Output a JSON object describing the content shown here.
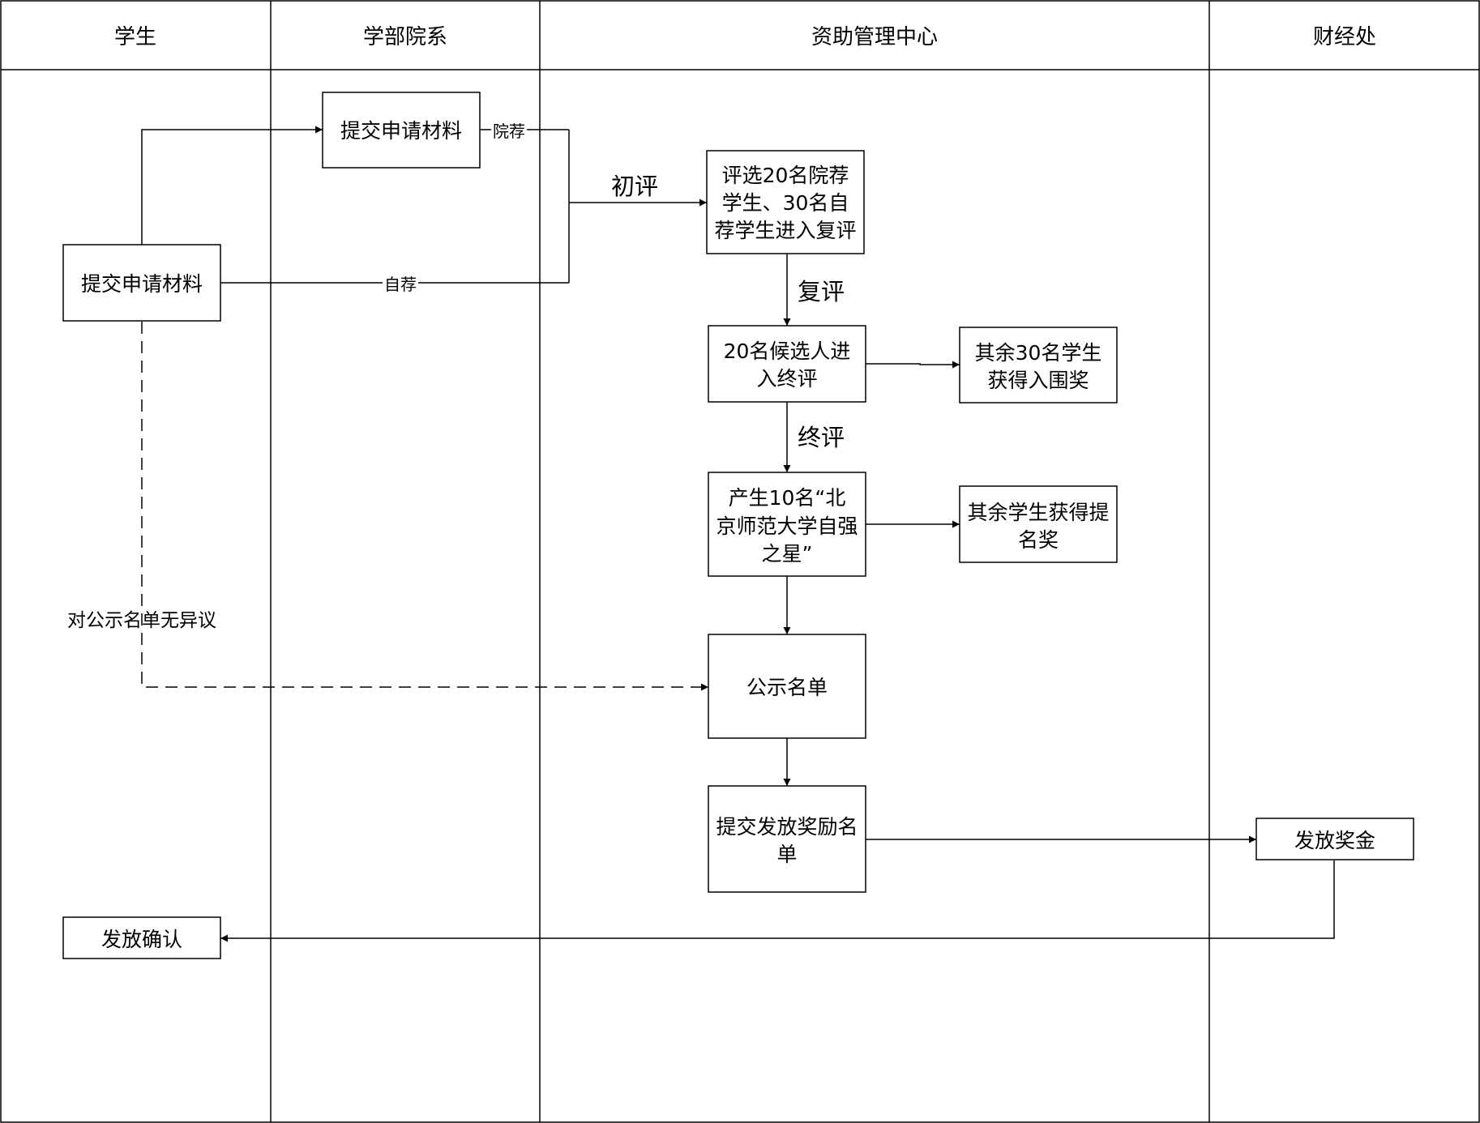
{
  "diagram": {
    "lanes": {
      "student": "学生",
      "department": "学部院系",
      "center": "资助管理中心",
      "finance": "财经处"
    },
    "nodes": {
      "dept_submit": "提交申请材料",
      "student_submit": "提交申请材料",
      "shortlist": [
        "评选20名院荐",
        "学生、30名自",
        "荐学生进入复评"
      ],
      "candidates": [
        "20名候选人进",
        "入终评"
      ],
      "finalist_award": [
        "其余30名学生",
        "获得入围奖"
      ],
      "top10": [
        "产生10名“北",
        "京师范大学自强",
        "之星”"
      ],
      "nomination_award": [
        "其余学生获得提",
        "名奖"
      ],
      "publicity": "公示名单",
      "submit_list": [
        "提交发放奖励名",
        "单"
      ],
      "pay_bonus": "发放奖金",
      "confirm": "发放确认"
    },
    "edge_labels": {
      "dept_recommend": "院荐",
      "self_recommend": "自荐",
      "first_review": "初评",
      "second_review": "复评",
      "final_review": "终评",
      "no_objection": "对公示名单无异议"
    }
  }
}
